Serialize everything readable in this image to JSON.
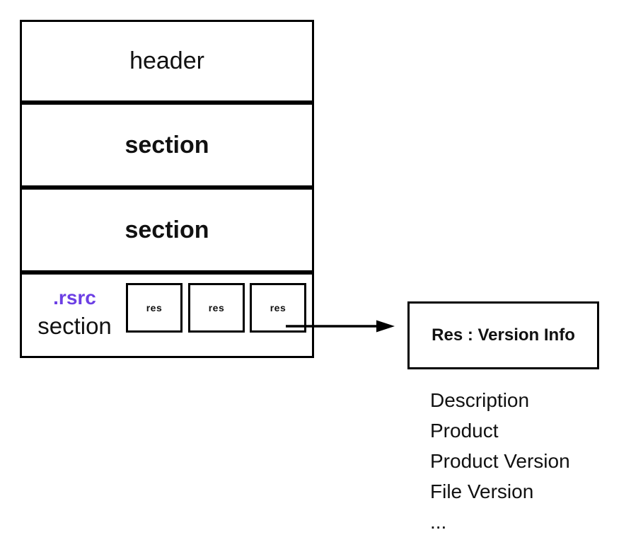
{
  "stack": {
    "sections": [
      {
        "label": "header"
      },
      {
        "label": "section"
      },
      {
        "label": "section"
      }
    ],
    "rsrc": {
      "name": ".rsrc",
      "label": "section",
      "resources": [
        "res",
        "res",
        "res"
      ]
    }
  },
  "detail": {
    "title": "Res : Version Info",
    "fields": [
      "Description",
      "Product",
      "Product Version",
      "File Version",
      "..."
    ]
  },
  "colors": {
    "rsrc_accent": "#6C3FE4",
    "line": "#000000"
  }
}
